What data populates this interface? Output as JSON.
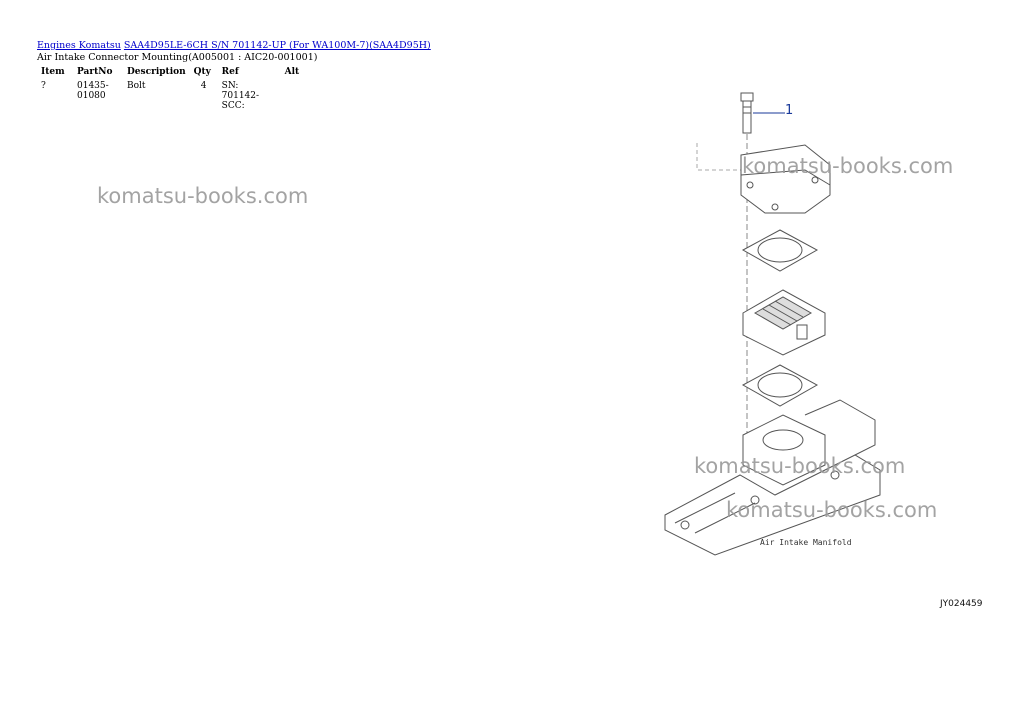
{
  "breadcrumb": {
    "link1": "Engines Komatsu",
    "link2": "SAA4D95LE-6CH S/N 701142-UP (For WA100M-7)(SAA4D95H)"
  },
  "subtitle": "Air Intake Connector Mounting(A005001 : AIC20-001001)",
  "table": {
    "headers": [
      "Item",
      "PartNo",
      "Description",
      "Qty",
      "Ref",
      "Alt"
    ],
    "rows": [
      {
        "item": "?",
        "partno": "01435-01080",
        "description": "Bolt",
        "qty": "4",
        "ref": "SN: 701142-SCC:",
        "alt": ""
      }
    ]
  },
  "watermark": "komatsu-books.com",
  "diagram": {
    "callout_number": "1",
    "label": "Air Intake Manifold",
    "figure_id": "JY024459"
  }
}
